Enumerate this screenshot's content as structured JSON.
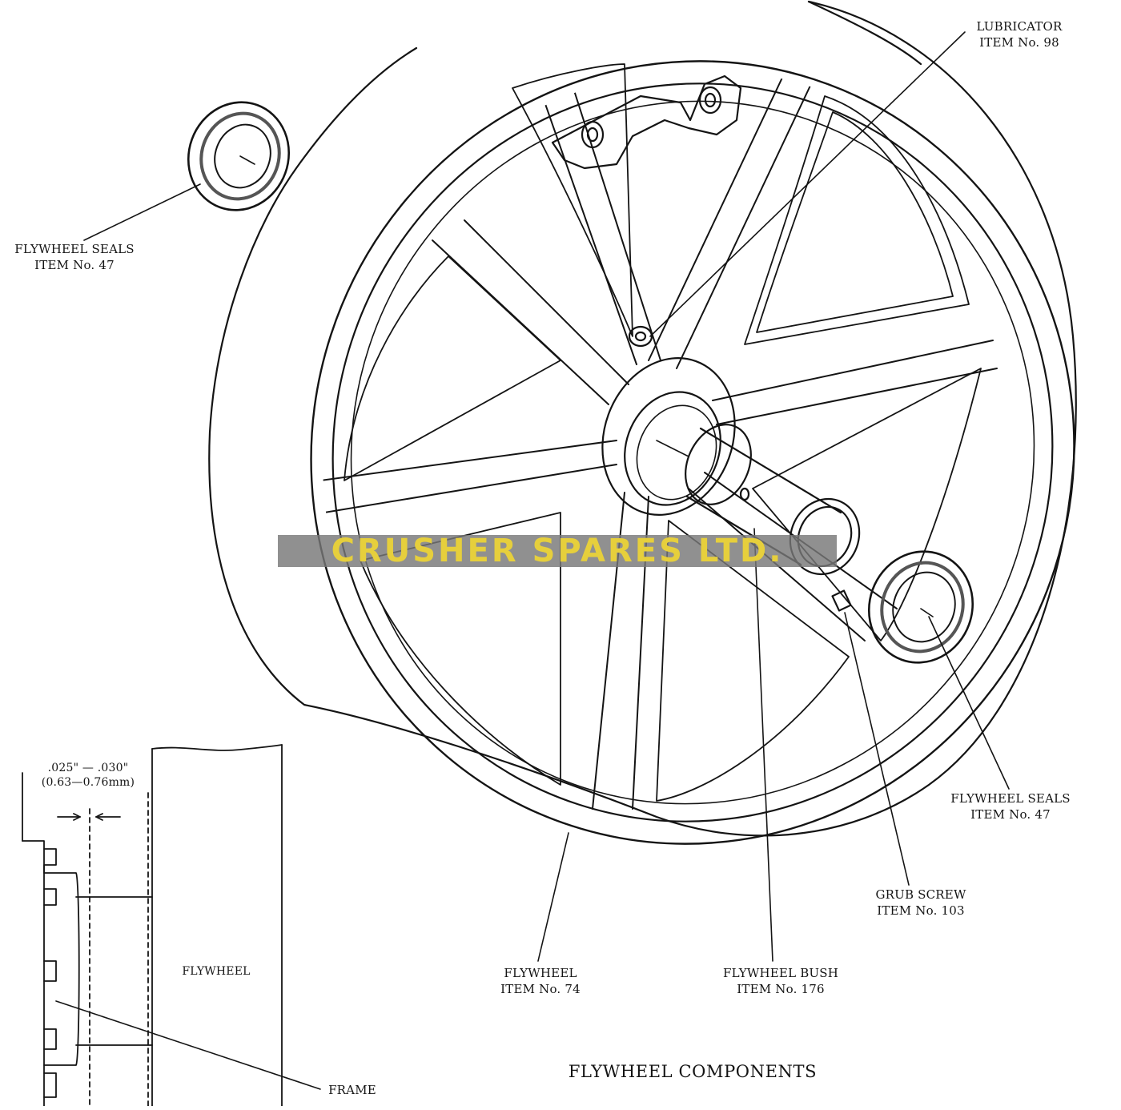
{
  "colors": {
    "ink": "#141414",
    "watermark_text": "#e6cf3c",
    "watermark_band": "#7a7a7a",
    "background": "#ffffff"
  },
  "watermark": "CRUSHER SPARES LTD.",
  "labels": {
    "lubricator": [
      "LUBRICATOR",
      "ITEM No. 98"
    ],
    "seals_top": [
      "FLYWHEEL SEALS",
      "ITEM No. 47"
    ],
    "seals_right": [
      "FLYWHEEL SEALS",
      "ITEM No. 47"
    ],
    "grub_screw": [
      "GRUB SCREW",
      "ITEM No. 103"
    ],
    "flywheel": [
      "FLYWHEEL",
      "ITEM No. 74"
    ],
    "bush": [
      "FLYWHEEL BUSH",
      "ITEM No. 176"
    ],
    "frame": [
      "FRAME"
    ],
    "clearance": [
      ".025\" — .030\"",
      "(0.63—0.76mm)"
    ],
    "flywheel_section": "FLYWHEEL"
  },
  "title": "FLYWHEEL COMPONENTS"
}
